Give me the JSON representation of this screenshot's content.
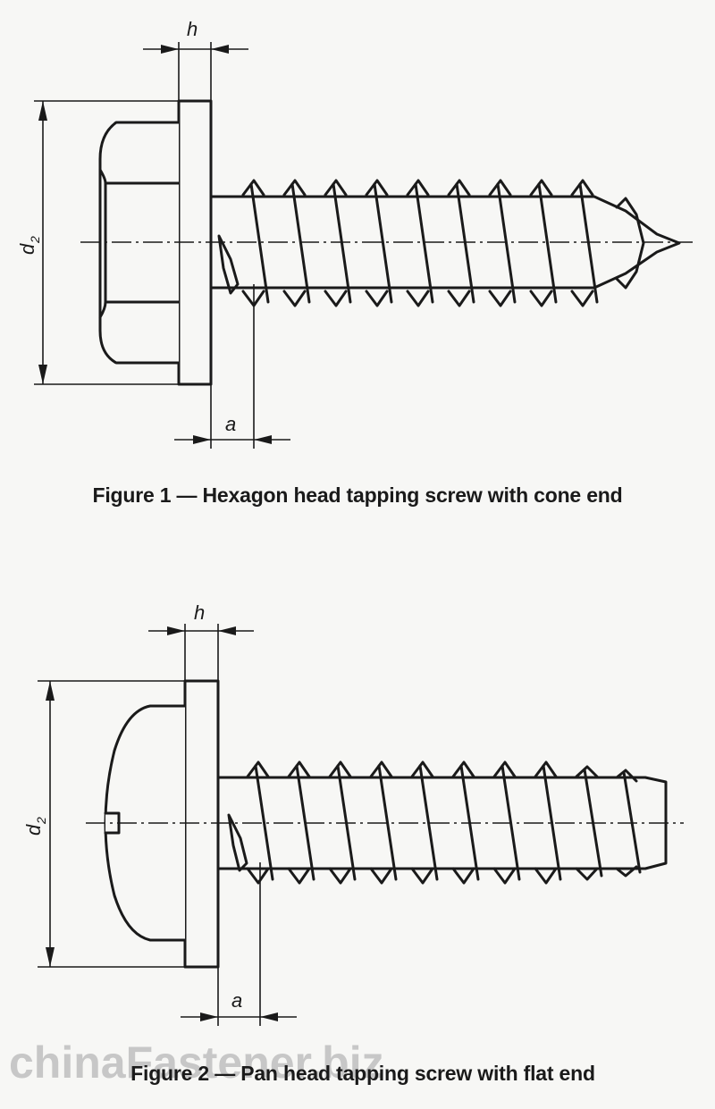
{
  "figure1": {
    "caption": "Figure 1 — Hexagon head tapping screw with cone end",
    "labels": {
      "h": "h",
      "d": "d",
      "d_sub": "2",
      "a": "a"
    }
  },
  "figure2": {
    "caption": "Figure 2 — Pan head tapping screw with flat end",
    "labels": {
      "h": "h",
      "d": "d",
      "d_sub": "2",
      "a": "a"
    }
  },
  "watermark": "chinaFastener.biz"
}
